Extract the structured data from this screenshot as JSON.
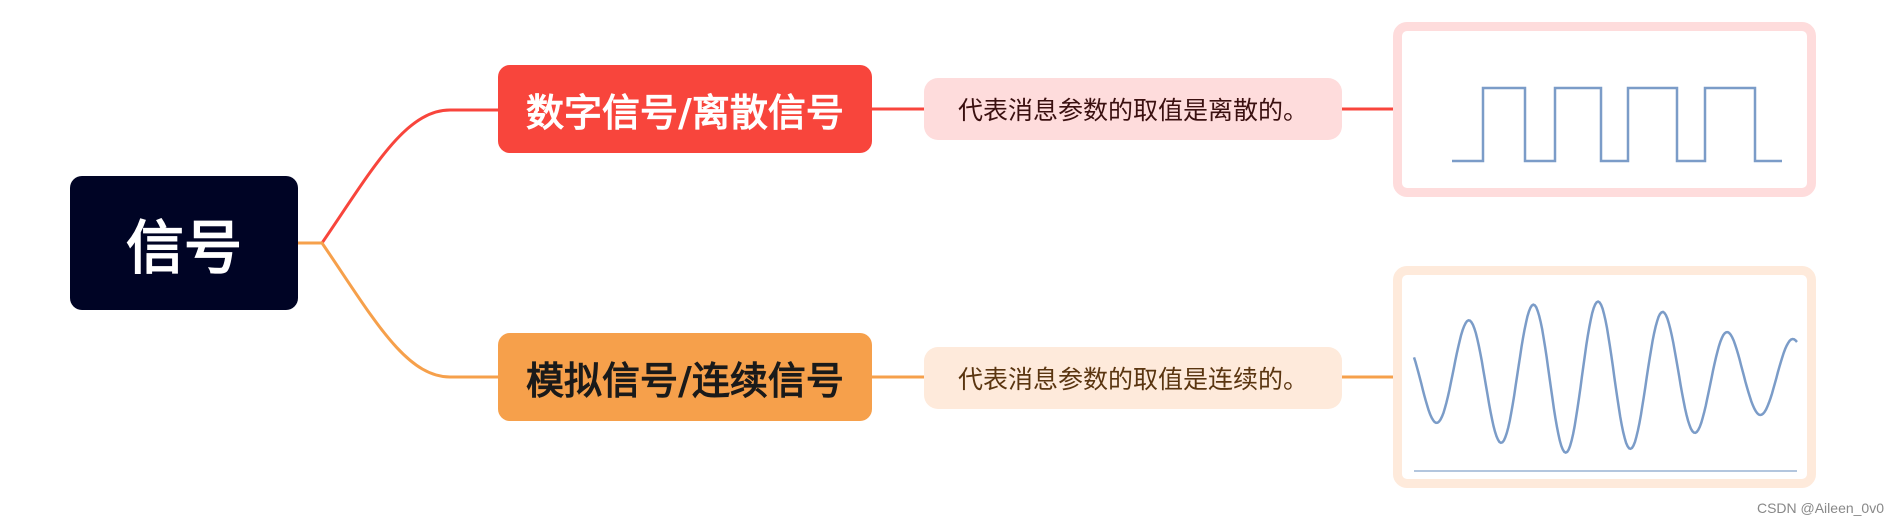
{
  "root": {
    "label": "信号"
  },
  "branches": [
    {
      "label": "数字信号/离散信号",
      "description": "代表消息参数的取值是离散的。",
      "color": "#f8453c",
      "desc_bg": "#fedcdc",
      "icon": "square-wave"
    },
    {
      "label": "模拟信号/连续信号",
      "description": "代表消息参数的取值是连续的。",
      "color": "#f6a04b",
      "desc_bg": "#feeadb",
      "icon": "sine-wave"
    }
  ],
  "watermark": "CSDN @Aileen_0v0",
  "colors": {
    "root_bg": "#000425",
    "wave_line": "#7b9cc8"
  }
}
